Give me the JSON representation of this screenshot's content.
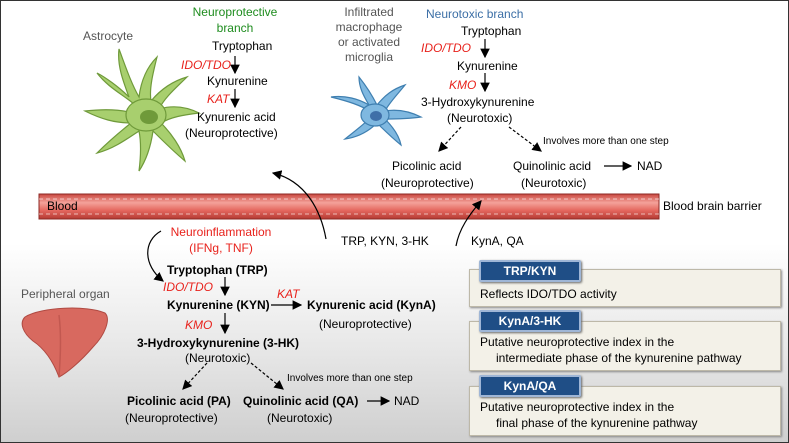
{
  "cells": {
    "astrocyte": "Astrocyte",
    "infiltrated": [
      "Infiltrated",
      "macrophage",
      "or activated",
      "microglia"
    ],
    "peripheral_organ": "Peripheral organ"
  },
  "neuroprotective": {
    "title": [
      "Neuroprotective",
      "branch"
    ],
    "tryptophan": "Tryptophan",
    "enzyme1": "IDO/TDO",
    "kynurenine": "Kynurenine",
    "enzyme2": "KAT",
    "product": "Kynurenic acid",
    "product_note": "(Neuroprotective)"
  },
  "neurotoxic": {
    "title": "Neurotoxic branch",
    "tryptophan": "Tryptophan",
    "enzyme1": "IDO/TDO",
    "kynurenine": "Kynurenine",
    "enzyme2": "KMO",
    "intermediate": "3-Hydroxykynurenine",
    "intermediate_note": "(Neurotoxic)",
    "step_note": "Involves more than one step",
    "picolinic": "Picolinic acid",
    "picolinic_note": "(Neuroprotective)",
    "quinolinic": "Quinolinic acid",
    "quinolinic_note": "(Neurotoxic)",
    "nad": "NAD"
  },
  "barrier": {
    "blood": "Blood",
    "label": "Blood brain barrier",
    "crossing_in": "TRP, KYN, 3-HK",
    "crossing_out": "KynA, QA"
  },
  "peripheral": {
    "inflammation": "Neuroinflammation",
    "inflammation_agents": "(IFNg, TNF)",
    "trp": "Tryptophan (TRP)",
    "enzyme1": "IDO/TDO",
    "kyn": "Kynurenine (KYN)",
    "enzyme_kat": "KAT",
    "kyna": "Kynurenic acid (KynA)",
    "kyna_note": "(Neuroprotective)",
    "enzyme_kmo": "KMO",
    "hk": "3-Hydroxykynurenine (3-HK)",
    "hk_note": "(Neurotoxic)",
    "step_note": "Involves more than one step",
    "pa": "Picolinic acid (PA)",
    "pa_note": "(Neuroprotective)",
    "qa": "Quinolinic acid (QA)",
    "qa_note": "(Neurotoxic)",
    "nad": "NAD"
  },
  "ratios": [
    {
      "header": "TRP/KYN",
      "lines": [
        "Reflects IDO/TDO activity"
      ]
    },
    {
      "header": "KynA/3-HK",
      "lines": [
        "Putative neuroprotective index in the",
        "intermediate phase of the kynurenine pathway"
      ]
    },
    {
      "header": "KynA/QA",
      "lines": [
        "Putative neuroprotective index in the",
        "final phase of the kynurenine pathway"
      ]
    }
  ],
  "colors": {
    "enzyme": "#e8221c",
    "neuroprotective_title": "#1e8c1e",
    "neurotoxic_title": "#3c6fa6",
    "vessel": "#e5685f",
    "box_header": "#1f4e86",
    "box_fill": "#f3f1e8",
    "astrocyte": "#a8cf6e",
    "microglia": "#7fb8e0",
    "liver": "#d8695f"
  }
}
